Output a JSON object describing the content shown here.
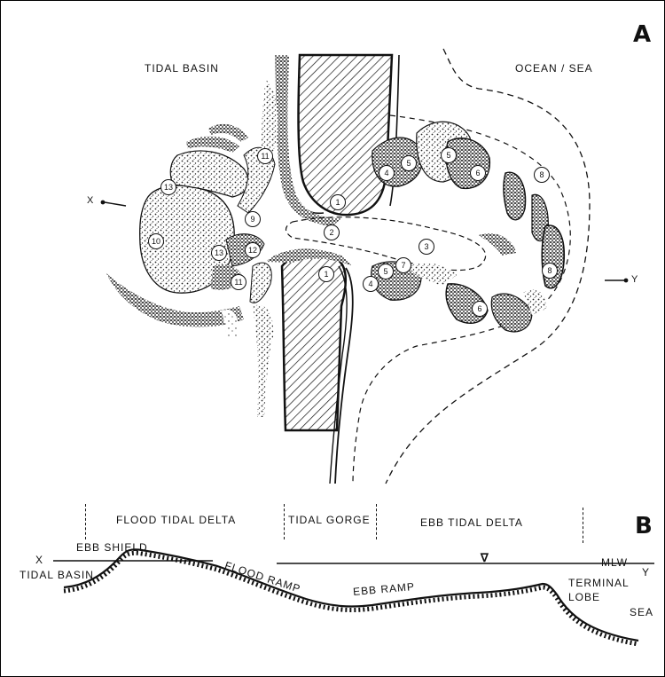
{
  "panel_a": {
    "letter": "A",
    "tidal_basin": "TIDAL BASIN",
    "ocean_sea": "OCEAN / SEA",
    "x_marker": "X",
    "y_marker": "Y",
    "numbers": [
      "1",
      "1",
      "2",
      "3",
      "4",
      "4",
      "5",
      "5",
      "5",
      "6",
      "6",
      "7",
      "8",
      "8",
      "9",
      "10",
      "11",
      "11",
      "12",
      "13",
      "13"
    ]
  },
  "panel_b": {
    "letter": "B",
    "zones": {
      "flood": "FLOOD TIDAL DELTA",
      "gorge": "TIDAL GORGE",
      "ebb": "EBB TIDAL DELTA"
    },
    "profile": {
      "x": "X",
      "y": "Y",
      "tidal_basin": "TIDAL BASIN",
      "ebb_shield": "EBB SHIELD",
      "flood_ramp": "FLOOD RAMP",
      "ebb_ramp": "EBB RAMP",
      "terminal": "TERMINAL",
      "lobe": "LOBE",
      "sea": "SEA",
      "mlw": "MLW",
      "water_symbol": "∇"
    }
  }
}
